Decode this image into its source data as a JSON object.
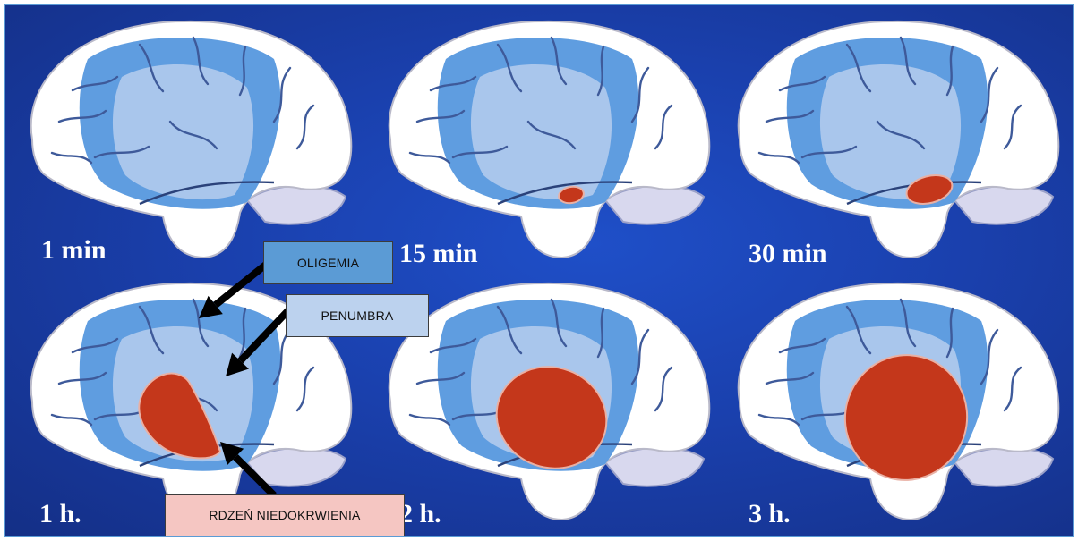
{
  "panels": [
    {
      "time_label": "1 min",
      "core_level": 0
    },
    {
      "time_label": "15 min",
      "core_level": 1
    },
    {
      "time_label": "30 min",
      "core_level": 2
    },
    {
      "time_label": "1 h.",
      "core_level": 3
    },
    {
      "time_label": "2 h.",
      "core_level": 4
    },
    {
      "time_label": "3 h.",
      "core_level": 5
    }
  ],
  "callouts": {
    "oligemia": "OLIGEMIA",
    "penumbra": "PENUMBRA",
    "core": "RDZEŃ NIEDOKRWIENIA"
  },
  "colors": {
    "background": "#1a40ad",
    "brain": "#ffffff",
    "oligemia": "#5b9bd5",
    "penumbra": "#a9c6ec",
    "core": "#c4371b",
    "cerebellum": "#cfcfe8",
    "oligemia_box": "#5b9bd5",
    "penumbra_box": "#bcd2ee",
    "core_box": "#f5c6c2"
  }
}
